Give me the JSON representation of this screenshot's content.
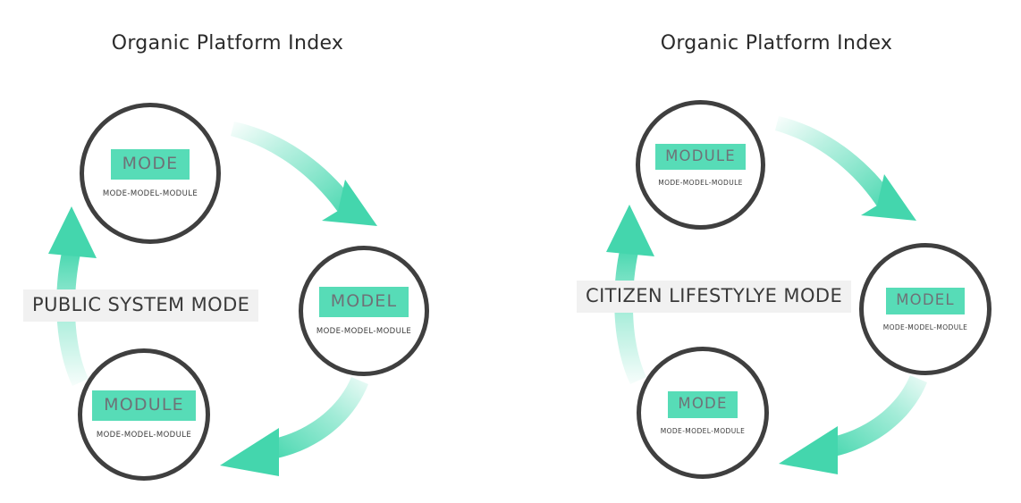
{
  "page": {
    "background": "#ffffff",
    "accent_teal": "#57DCB7",
    "ring_color": "#3f3f3f",
    "label_bg": "#f1f1f1",
    "title_color": "#2b2b2b"
  },
  "diagrams": [
    {
      "id": "left",
      "title": "Organic Platform Index",
      "center_label": "PUBLIC SYSTEM MODE",
      "nodes": [
        {
          "tag": "MODE",
          "subtitle": "MODE-MODEL-MODULE",
          "position": "top-left"
        },
        {
          "tag": "MODEL",
          "subtitle": "MODE-MODEL-MODULE",
          "position": "right"
        },
        {
          "tag": "MODULE",
          "subtitle": "MODE-MODEL-MODULE",
          "position": "bottom-left"
        }
      ],
      "arrows": [
        {
          "from": "top-left",
          "to": "right",
          "direction": "clockwise-down-right"
        },
        {
          "from": "right",
          "to": "bottom-left",
          "direction": "clockwise-left"
        },
        {
          "from": "bottom-left",
          "to": "top-left",
          "direction": "clockwise-up"
        }
      ]
    },
    {
      "id": "right",
      "title": "Organic Platform Index",
      "center_label": "CITIZEN LIFESTYLYE MODE",
      "nodes": [
        {
          "tag": "MODULE",
          "subtitle": "MODE-MODEL-MODULE",
          "position": "top-left"
        },
        {
          "tag": "MODEL",
          "subtitle": "MODE-MODEL-MODULE",
          "position": "right"
        },
        {
          "tag": "MODE",
          "subtitle": "MODE-MODEL-MODULE",
          "position": "bottom-left"
        }
      ],
      "arrows": [
        {
          "from": "top-left",
          "to": "right",
          "direction": "clockwise-down-right"
        },
        {
          "from": "right",
          "to": "bottom-left",
          "direction": "clockwise-left"
        },
        {
          "from": "bottom-left",
          "to": "top-left",
          "direction": "clockwise-up"
        }
      ]
    }
  ]
}
